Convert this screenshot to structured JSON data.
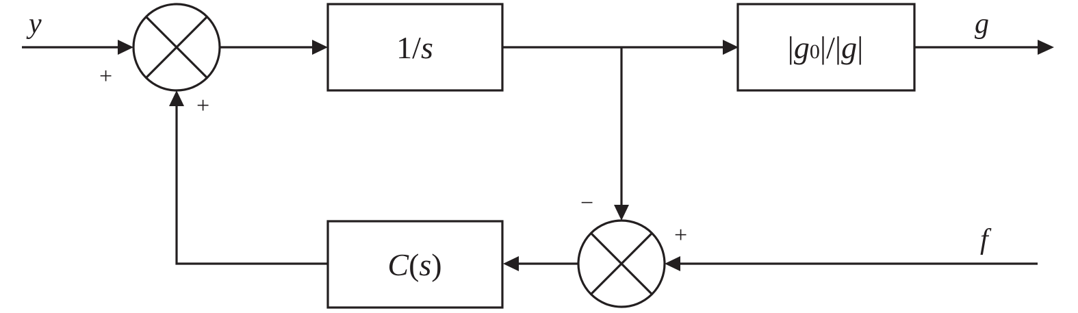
{
  "diagram": {
    "type": "block-diagram",
    "signals": {
      "input_y": "y",
      "input_f": "f",
      "output_g": "g"
    },
    "blocks": {
      "integrator": {
        "num": "1/",
        "var": "s"
      },
      "normalizer": {
        "bar1": "|",
        "g0": "g",
        "sub": "0",
        "mid": "|/|",
        "g": "g",
        "bar2": "|"
      },
      "controller": {
        "c": "C",
        "open": "(",
        "var": "s",
        "close": ")"
      }
    },
    "junctions": {
      "sum1": {
        "sign_left": "+",
        "sign_bottom": "+"
      },
      "sum2": {
        "sign_top": "−",
        "sign_right": "+"
      }
    },
    "colors": {
      "stroke": "#231f20",
      "background": "#ffffff"
    }
  }
}
